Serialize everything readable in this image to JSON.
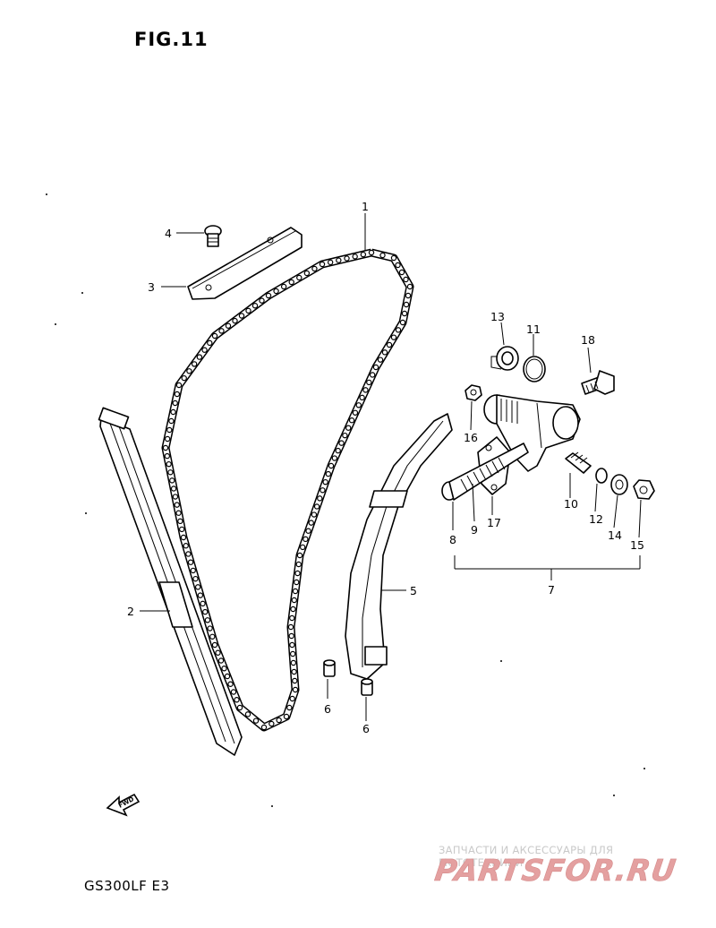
{
  "figure": {
    "title": "FIG.11",
    "model": "GS300LF  E3",
    "direction_marker": "FWD"
  },
  "callouts": [
    {
      "id": "1",
      "part": "cam-chain"
    },
    {
      "id": "2",
      "part": "chain-guide-front"
    },
    {
      "id": "3",
      "part": "chain-guide-top"
    },
    {
      "id": "4",
      "part": "guide-bolt"
    },
    {
      "id": "5",
      "part": "tensioner-guide"
    },
    {
      "id": "6",
      "part": "guide-pin"
    },
    {
      "id": "6",
      "part": "guide-pin"
    },
    {
      "id": "7",
      "part": "tensioner-assembly"
    },
    {
      "id": "8",
      "part": "push-rod"
    },
    {
      "id": "9",
      "part": "spring"
    },
    {
      "id": "10",
      "part": "adjuster-screw"
    },
    {
      "id": "11",
      "part": "o-ring"
    },
    {
      "id": "12",
      "part": "small-washer"
    },
    {
      "id": "13",
      "part": "oil-seal"
    },
    {
      "id": "14",
      "part": "washer"
    },
    {
      "id": "15",
      "part": "nut"
    },
    {
      "id": "16",
      "part": "lock-nut"
    },
    {
      "id": "17",
      "part": "gasket"
    },
    {
      "id": "18",
      "part": "bolt"
    }
  ],
  "watermark": {
    "text": "ЗАПЧАСТИ И АКСЕССУАРЫ ДЛЯ МОТОТЕХНИКИ",
    "logo": "PARTSFOR.RU",
    "color": "#e4a0a0"
  }
}
